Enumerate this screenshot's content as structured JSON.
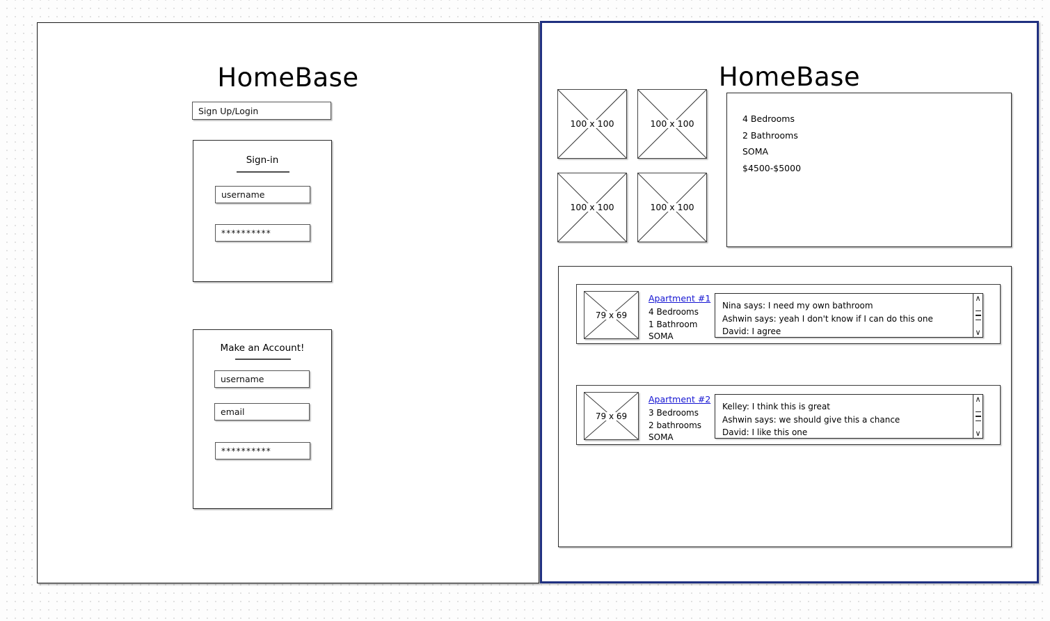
{
  "app": {
    "title": "HomeBase"
  },
  "left_screen": {
    "title": "HomeBase",
    "signup_login_button": "Sign Up/Login",
    "signin_panel": {
      "heading": "Sign-in",
      "username_value": "username",
      "password_value": "**********"
    },
    "account_panel": {
      "heading": "Make an Account!",
      "username_value": "username",
      "email_value": "email",
      "password_value": "**********"
    }
  },
  "right_screen": {
    "title": "HomeBase",
    "gallery": [
      {
        "label": "100 x 100"
      },
      {
        "label": "100 x 100"
      },
      {
        "label": "100 x 100"
      },
      {
        "label": "100 x 100"
      }
    ],
    "details": [
      "4 Bedrooms",
      "2 Bathrooms",
      "SOMA",
      "$4500-$5000"
    ],
    "listings": [
      {
        "thumb_label": "79 x 69",
        "link": "Apartment #1",
        "specs": [
          "4 Bedrooms",
          "1 Bathroom",
          "SOMA"
        ],
        "comments": [
          "Nina says: I need my own bathroom",
          "Ashwin says: yeah I don't know if I can do this one",
          "David: I agree"
        ]
      },
      {
        "thumb_label": "79 x 69",
        "link": "Apartment #2",
        "specs": [
          "3 Bedrooms",
          "2 bathrooms",
          "SOMA"
        ],
        "comments": [
          " Kelley: I think this is great",
          "Ashwin says: we should give this a chance",
          "David: I like this one"
        ]
      }
    ],
    "scrollbar": {
      "up_arrow": "∧",
      "down_arrow": "∨"
    }
  },
  "colors": {
    "selected_border": "#1f3080",
    "link": "#1414d2",
    "stroke": "#2b2b2b"
  }
}
